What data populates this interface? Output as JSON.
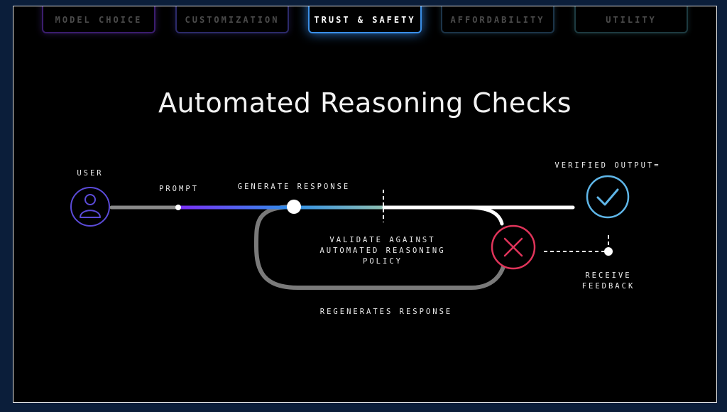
{
  "tabs": [
    {
      "label": "MODEL CHOICE"
    },
    {
      "label": "CUSTOMIZATION"
    },
    {
      "label": "TRUST & SAFETY",
      "active": true
    },
    {
      "label": "AFFORDABILITY"
    },
    {
      "label": "UTILITY"
    }
  ],
  "slide_title": "Automated Reasoning Checks",
  "labels": {
    "user": "USER",
    "prompt": "PROMPT",
    "generate": "GENERATE RESPONSE",
    "validate_1": "VALIDATE AGAINST",
    "validate_2": "AUTOMATED REASONING",
    "validate_3": "POLICY",
    "regenerates": "REGENERATES RESPONSE",
    "verified": "VERIFIED OUTPUT=",
    "receive_1": "RECEIVE",
    "receive_2": "FEEDBACK"
  },
  "icons": {
    "user": "user-icon",
    "check": "check-icon",
    "reject": "x-icon"
  },
  "colors": {
    "background": "#000000",
    "outer": "#0b1e3a",
    "active_tab": "#3a8fe8",
    "user_ring": "#5b4bd8",
    "check_ring": "#5fb6e8",
    "reject_ring": "#e0345a",
    "gradient_start": "#7b2ff7",
    "gradient_mid": "#2f8fe8",
    "gradient_end": "#8fbfb0",
    "loop_track": "#7a7a7a"
  }
}
